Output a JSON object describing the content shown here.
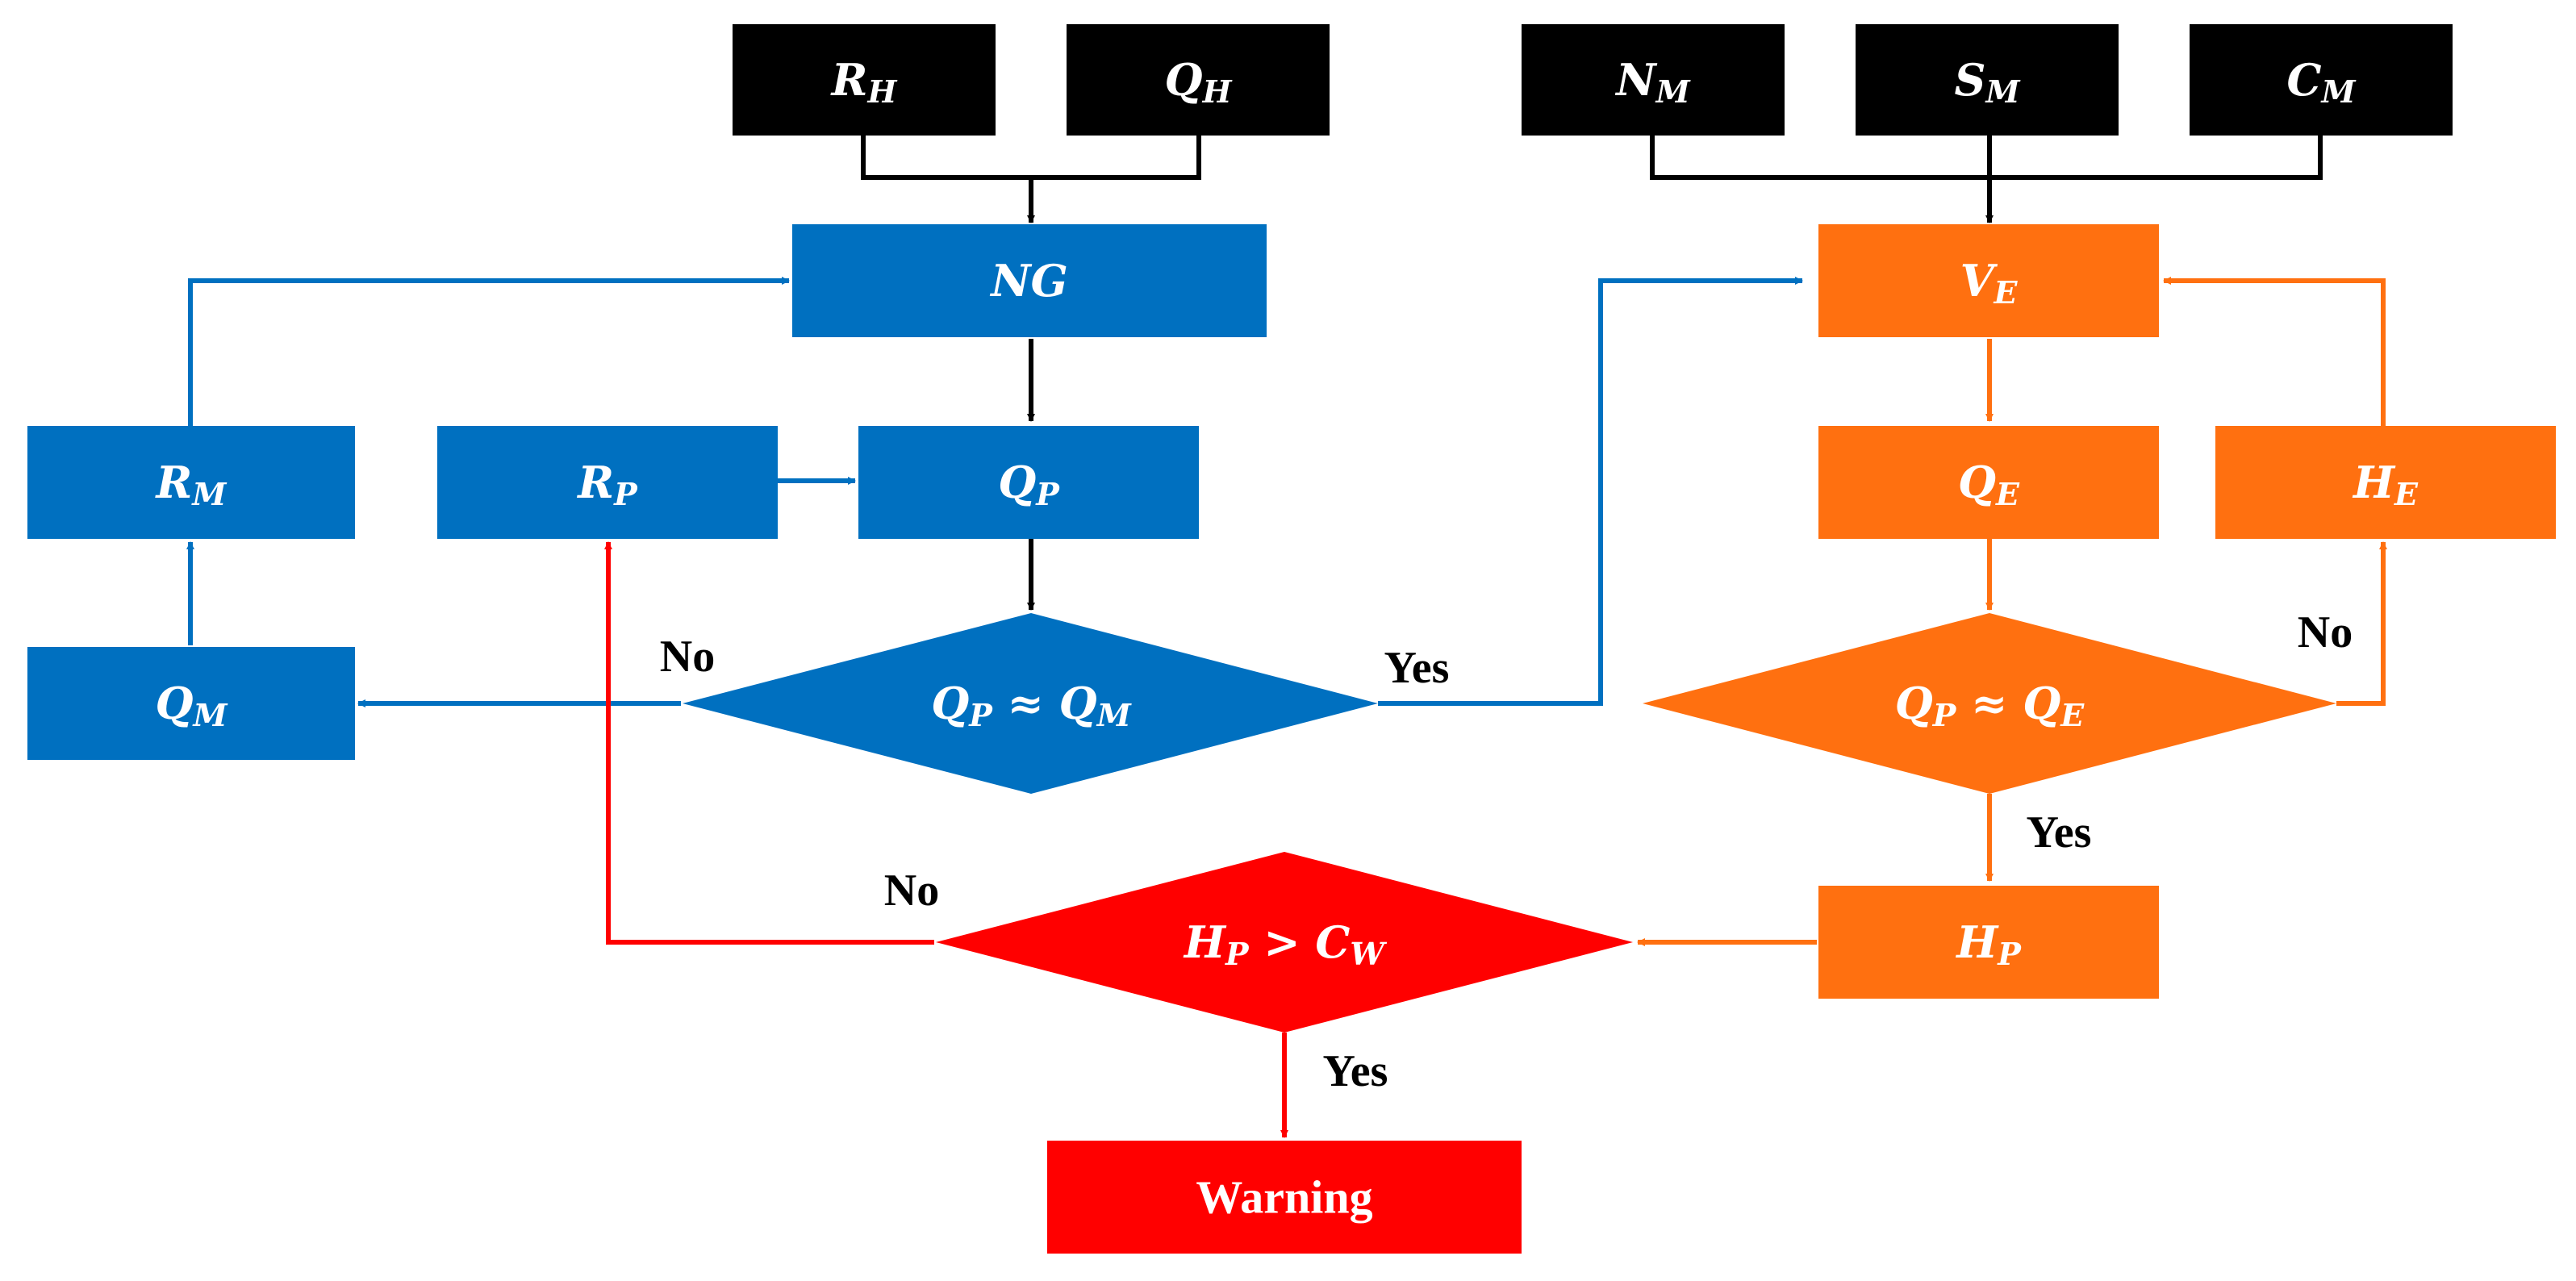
{
  "colors": {
    "black": "#000000",
    "blue": "#0070C0",
    "orange": "#FF7010",
    "red": "#FF0000",
    "white": "#ffffff"
  },
  "nodes": {
    "rh": {
      "base": "R",
      "sub": "H"
    },
    "qh": {
      "base": "Q",
      "sub": "H"
    },
    "nm": {
      "base": "N",
      "sub": "M"
    },
    "sm": {
      "base": "S",
      "sub": "M"
    },
    "cm": {
      "base": "C",
      "sub": "M"
    },
    "ng": {
      "base": "NG",
      "sub": ""
    },
    "rm": {
      "base": "R",
      "sub": "M"
    },
    "rp": {
      "base": "R",
      "sub": "P"
    },
    "qp": {
      "base": "Q",
      "sub": "P"
    },
    "qm": {
      "base": "Q",
      "sub": "M"
    },
    "ve": {
      "base": "V",
      "sub": "E"
    },
    "qe": {
      "base": "Q",
      "sub": "E"
    },
    "he": {
      "base": "H",
      "sub": "E"
    },
    "hp": {
      "base": "H",
      "sub": "P"
    },
    "warning": {
      "text": "Warning"
    }
  },
  "decisions": {
    "qp_qm": {
      "left": "Q",
      "left_sub": "P",
      "op": " ≈ ",
      "right": "Q",
      "right_sub": "M"
    },
    "qp_qe": {
      "left": "Q",
      "left_sub": "P",
      "op": " ≈ ",
      "right": "Q",
      "right_sub": "E"
    },
    "hp_cw": {
      "left": "H",
      "left_sub": "P",
      "op": " > ",
      "right": "C",
      "right_sub": "W"
    }
  },
  "edge_labels": {
    "no_qm": "No",
    "yes_qm": "Yes",
    "no_qe": "No",
    "yes_qe": "Yes",
    "no_cw": "No",
    "yes_cw": "Yes"
  }
}
